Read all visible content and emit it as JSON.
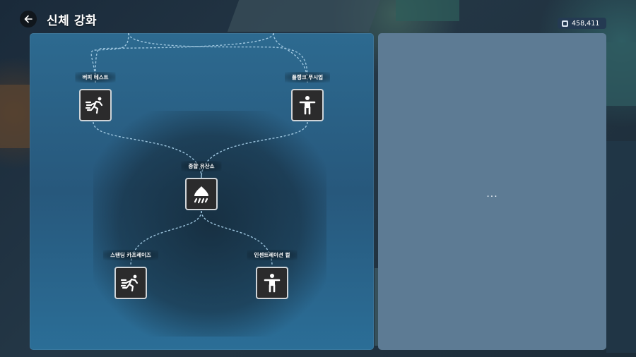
{
  "header": {
    "title": "신체 강화",
    "back_icon": "arrow-left-icon"
  },
  "currency": {
    "amount": "458,411",
    "icon": "coin-icon"
  },
  "tree": {
    "nodes": [
      {
        "id": "bp-test",
        "label": "버피 테스트",
        "icon": "sprint-figure-icon"
      },
      {
        "id": "plank-push",
        "label": "플랭크 푸시업",
        "icon": "standing-figure-icon"
      },
      {
        "id": "aerobic",
        "label": "종합 유산소",
        "icon": "shower-drop-icon"
      },
      {
        "id": "standing-calf",
        "label": "스탠딩 카프레이즈",
        "icon": "sprint-figure-icon"
      },
      {
        "id": "interval",
        "label": "인센트레이션 컬",
        "icon": "standing-figure-icon"
      }
    ],
    "line_color": "#9ec6df"
  },
  "detail": {
    "placeholder": "..."
  }
}
